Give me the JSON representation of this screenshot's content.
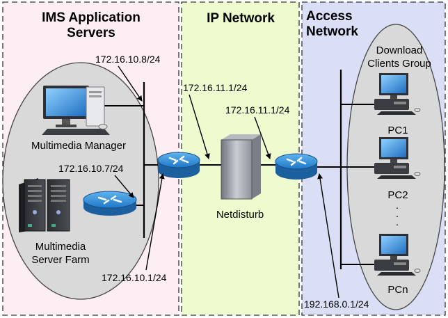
{
  "zones": {
    "ims": {
      "title_line1": "IMS Application",
      "title_line2": "Servers",
      "color": "#fdeef3"
    },
    "ip": {
      "title": "IP Network",
      "color": "#eefbcf"
    },
    "access": {
      "title_line1": "Access",
      "title_line2": "Network",
      "color": "#dadff6"
    }
  },
  "labels": {
    "multimedia_manager": "Multimedia Manager",
    "server_farm_line1": "Multimedia",
    "server_farm_line2": "Server Farm",
    "netdisturb": "Netdisturb",
    "clients_group_line1": "Download",
    "clients_group_line2": "Clients Group",
    "pc1": "PC1",
    "pc2": "PC2",
    "pcn": "PCn",
    "ellipsis": "·"
  },
  "ip_addresses": {
    "manager": "172.16.10.8/24",
    "server_farm": "172.16.10.7/24",
    "router1_left": "172.16.10.1/24",
    "router1_right": "172.16.11.1/24",
    "router2_left": "172.16.11.1/24",
    "router2_right": "192.168.0.1/24"
  },
  "colors": {
    "router": "#1f78c8",
    "ellipse": "#d9d9d9",
    "line": "#000000",
    "dash": "#333333"
  }
}
